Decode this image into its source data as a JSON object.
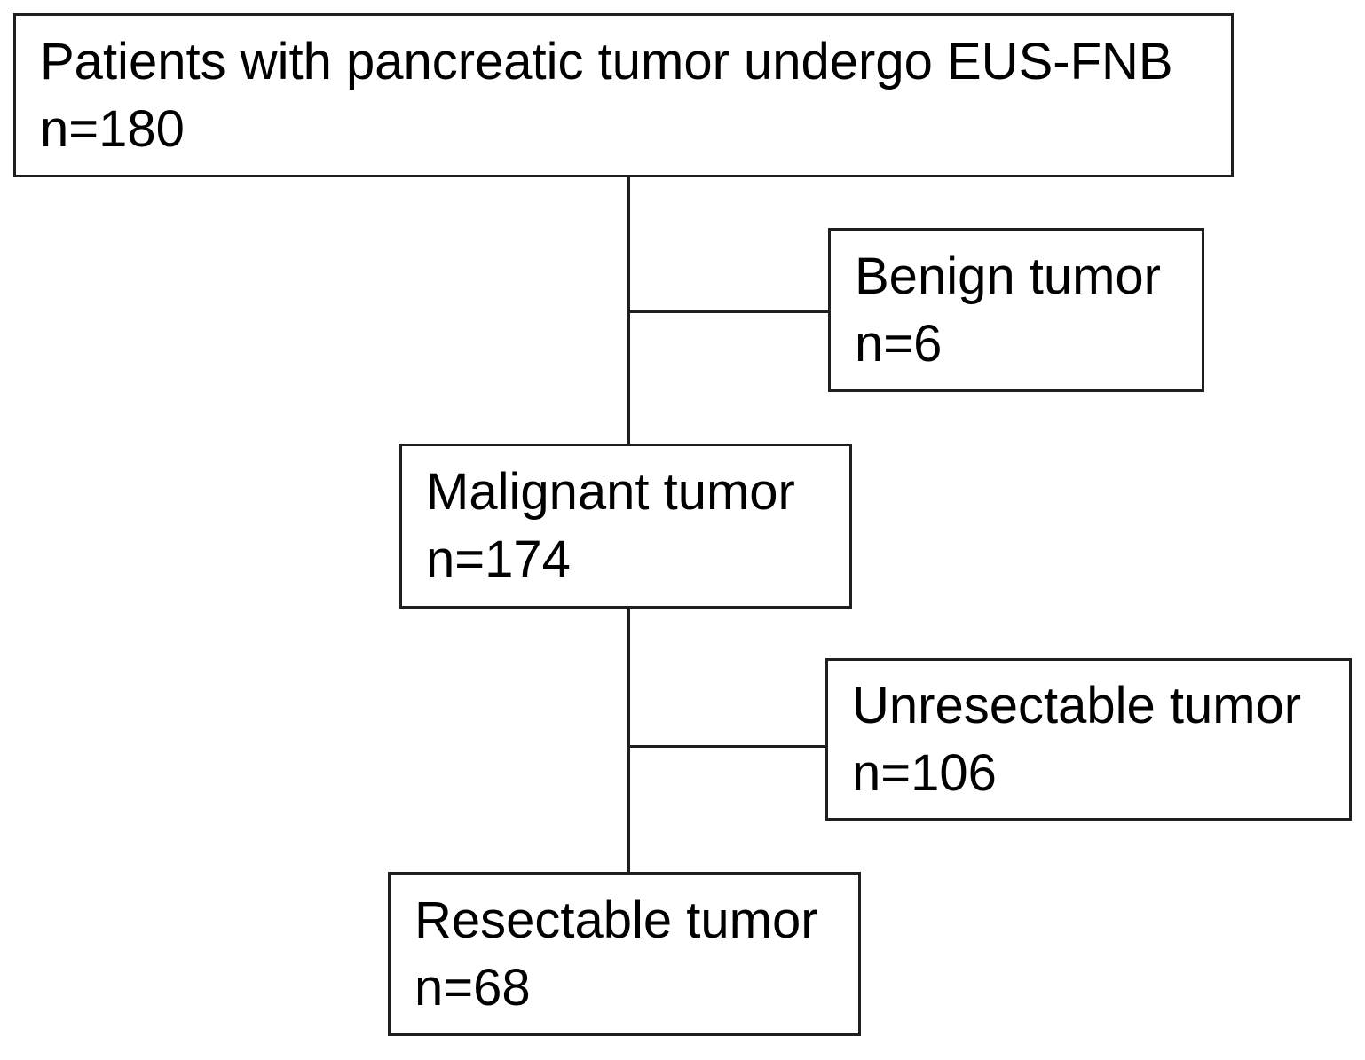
{
  "diagram": {
    "type": "flowchart",
    "colors": {
      "background": "#ffffff",
      "box_border": "#1f1f1f",
      "text": "#000000",
      "connector": "#1f1f1f"
    },
    "nodes": [
      {
        "id": "eus-fnb",
        "label": "Patients with pancreatic tumor undergo EUS-FNB",
        "count_label": "n=180"
      },
      {
        "id": "benign",
        "label": "Benign tumor",
        "count_label": "n=6"
      },
      {
        "id": "malignant",
        "label": "Malignant tumor",
        "count_label": "n=174"
      },
      {
        "id": "unresectable",
        "label": "Unresectable tumor",
        "count_label": "n=106"
      },
      {
        "id": "resectable",
        "label": "Resectable tumor",
        "count_label": "n=68"
      }
    ],
    "edges": [
      {
        "from": "eus-fnb",
        "to": "benign"
      },
      {
        "from": "eus-fnb",
        "to": "malignant"
      },
      {
        "from": "malignant",
        "to": "unresectable"
      },
      {
        "from": "malignant",
        "to": "resectable"
      }
    ]
  }
}
